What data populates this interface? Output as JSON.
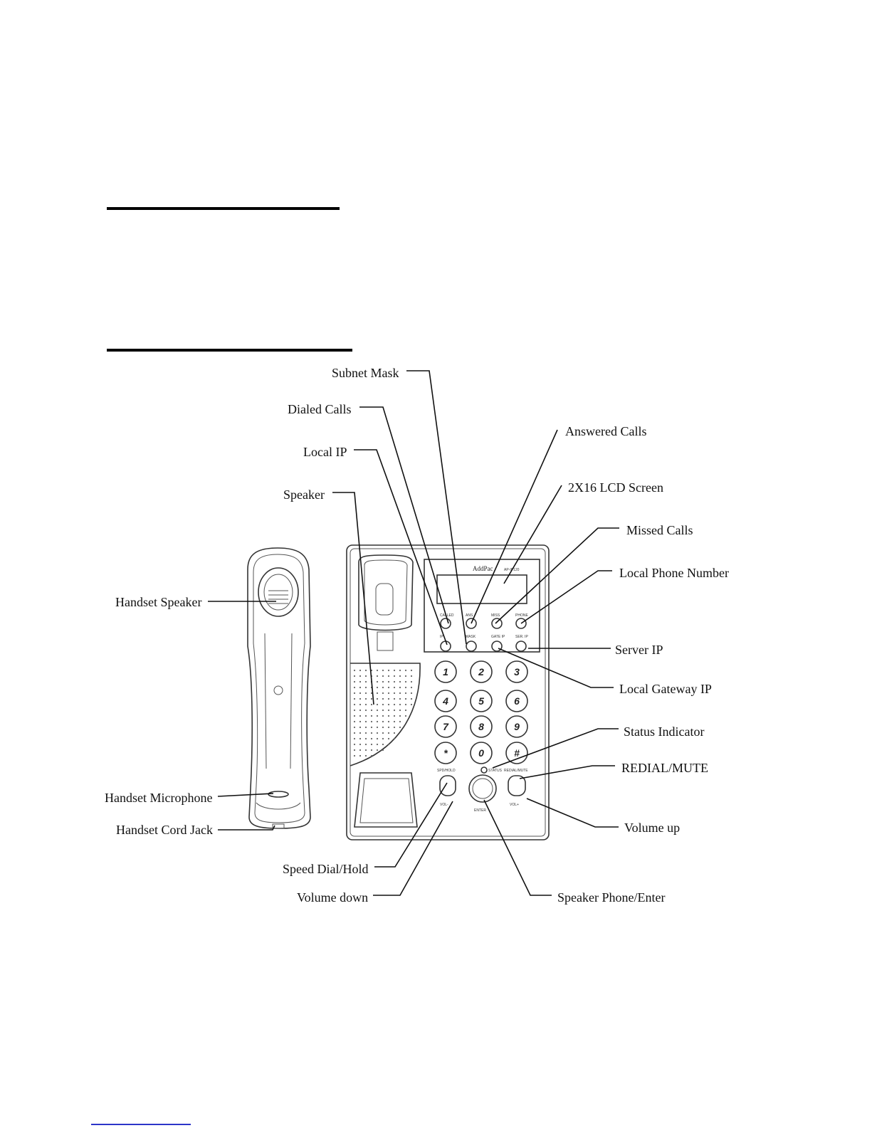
{
  "labels": {
    "subnet_mask": "Subnet Mask",
    "dialed_calls": "Dialed Calls",
    "answered_calls": "Answered Calls",
    "local_ip": "Local IP",
    "lcd_screen": "2X16  LCD Screen",
    "speaker": "Speaker",
    "missed_calls": "Missed Calls",
    "local_phone_number": "Local Phone Number",
    "handset_speaker": "Handset Speaker",
    "server_ip": "Server IP",
    "local_gateway_ip": "Local Gateway IP",
    "status_indicator": "Status Indicator",
    "redial_mute": "REDIAL/MUTE",
    "handset_microphone": "Handset Microphone",
    "handset_cord_jack": "Handset Cord Jack",
    "volume_up": "Volume up",
    "speed_dial_hold": "Speed Dial/Hold",
    "volume_down": "Volume down",
    "speaker_phone_enter": "Speaker Phone/Enter"
  },
  "phone": {
    "brand": "AddPac",
    "model": "AP-IP120",
    "function_keys_top": [
      "CALLED",
      "ANS",
      "MISS",
      "PHONE"
    ],
    "function_keys_bottom": [
      "IP",
      "MASK",
      "GATE IP",
      "SER. IP"
    ],
    "keypad": [
      "1",
      "2",
      "3",
      "4",
      "5",
      "6",
      "7",
      "8",
      "9",
      "*",
      "0",
      "#"
    ],
    "speed_hold_key": "SPD/HOLD",
    "redial_mute_key": "REDIAL/MUTE",
    "status_key": "STATUS",
    "enter_key": "ENTER",
    "vol_down_key": "VOL-",
    "vol_up_key": "VOL+"
  }
}
